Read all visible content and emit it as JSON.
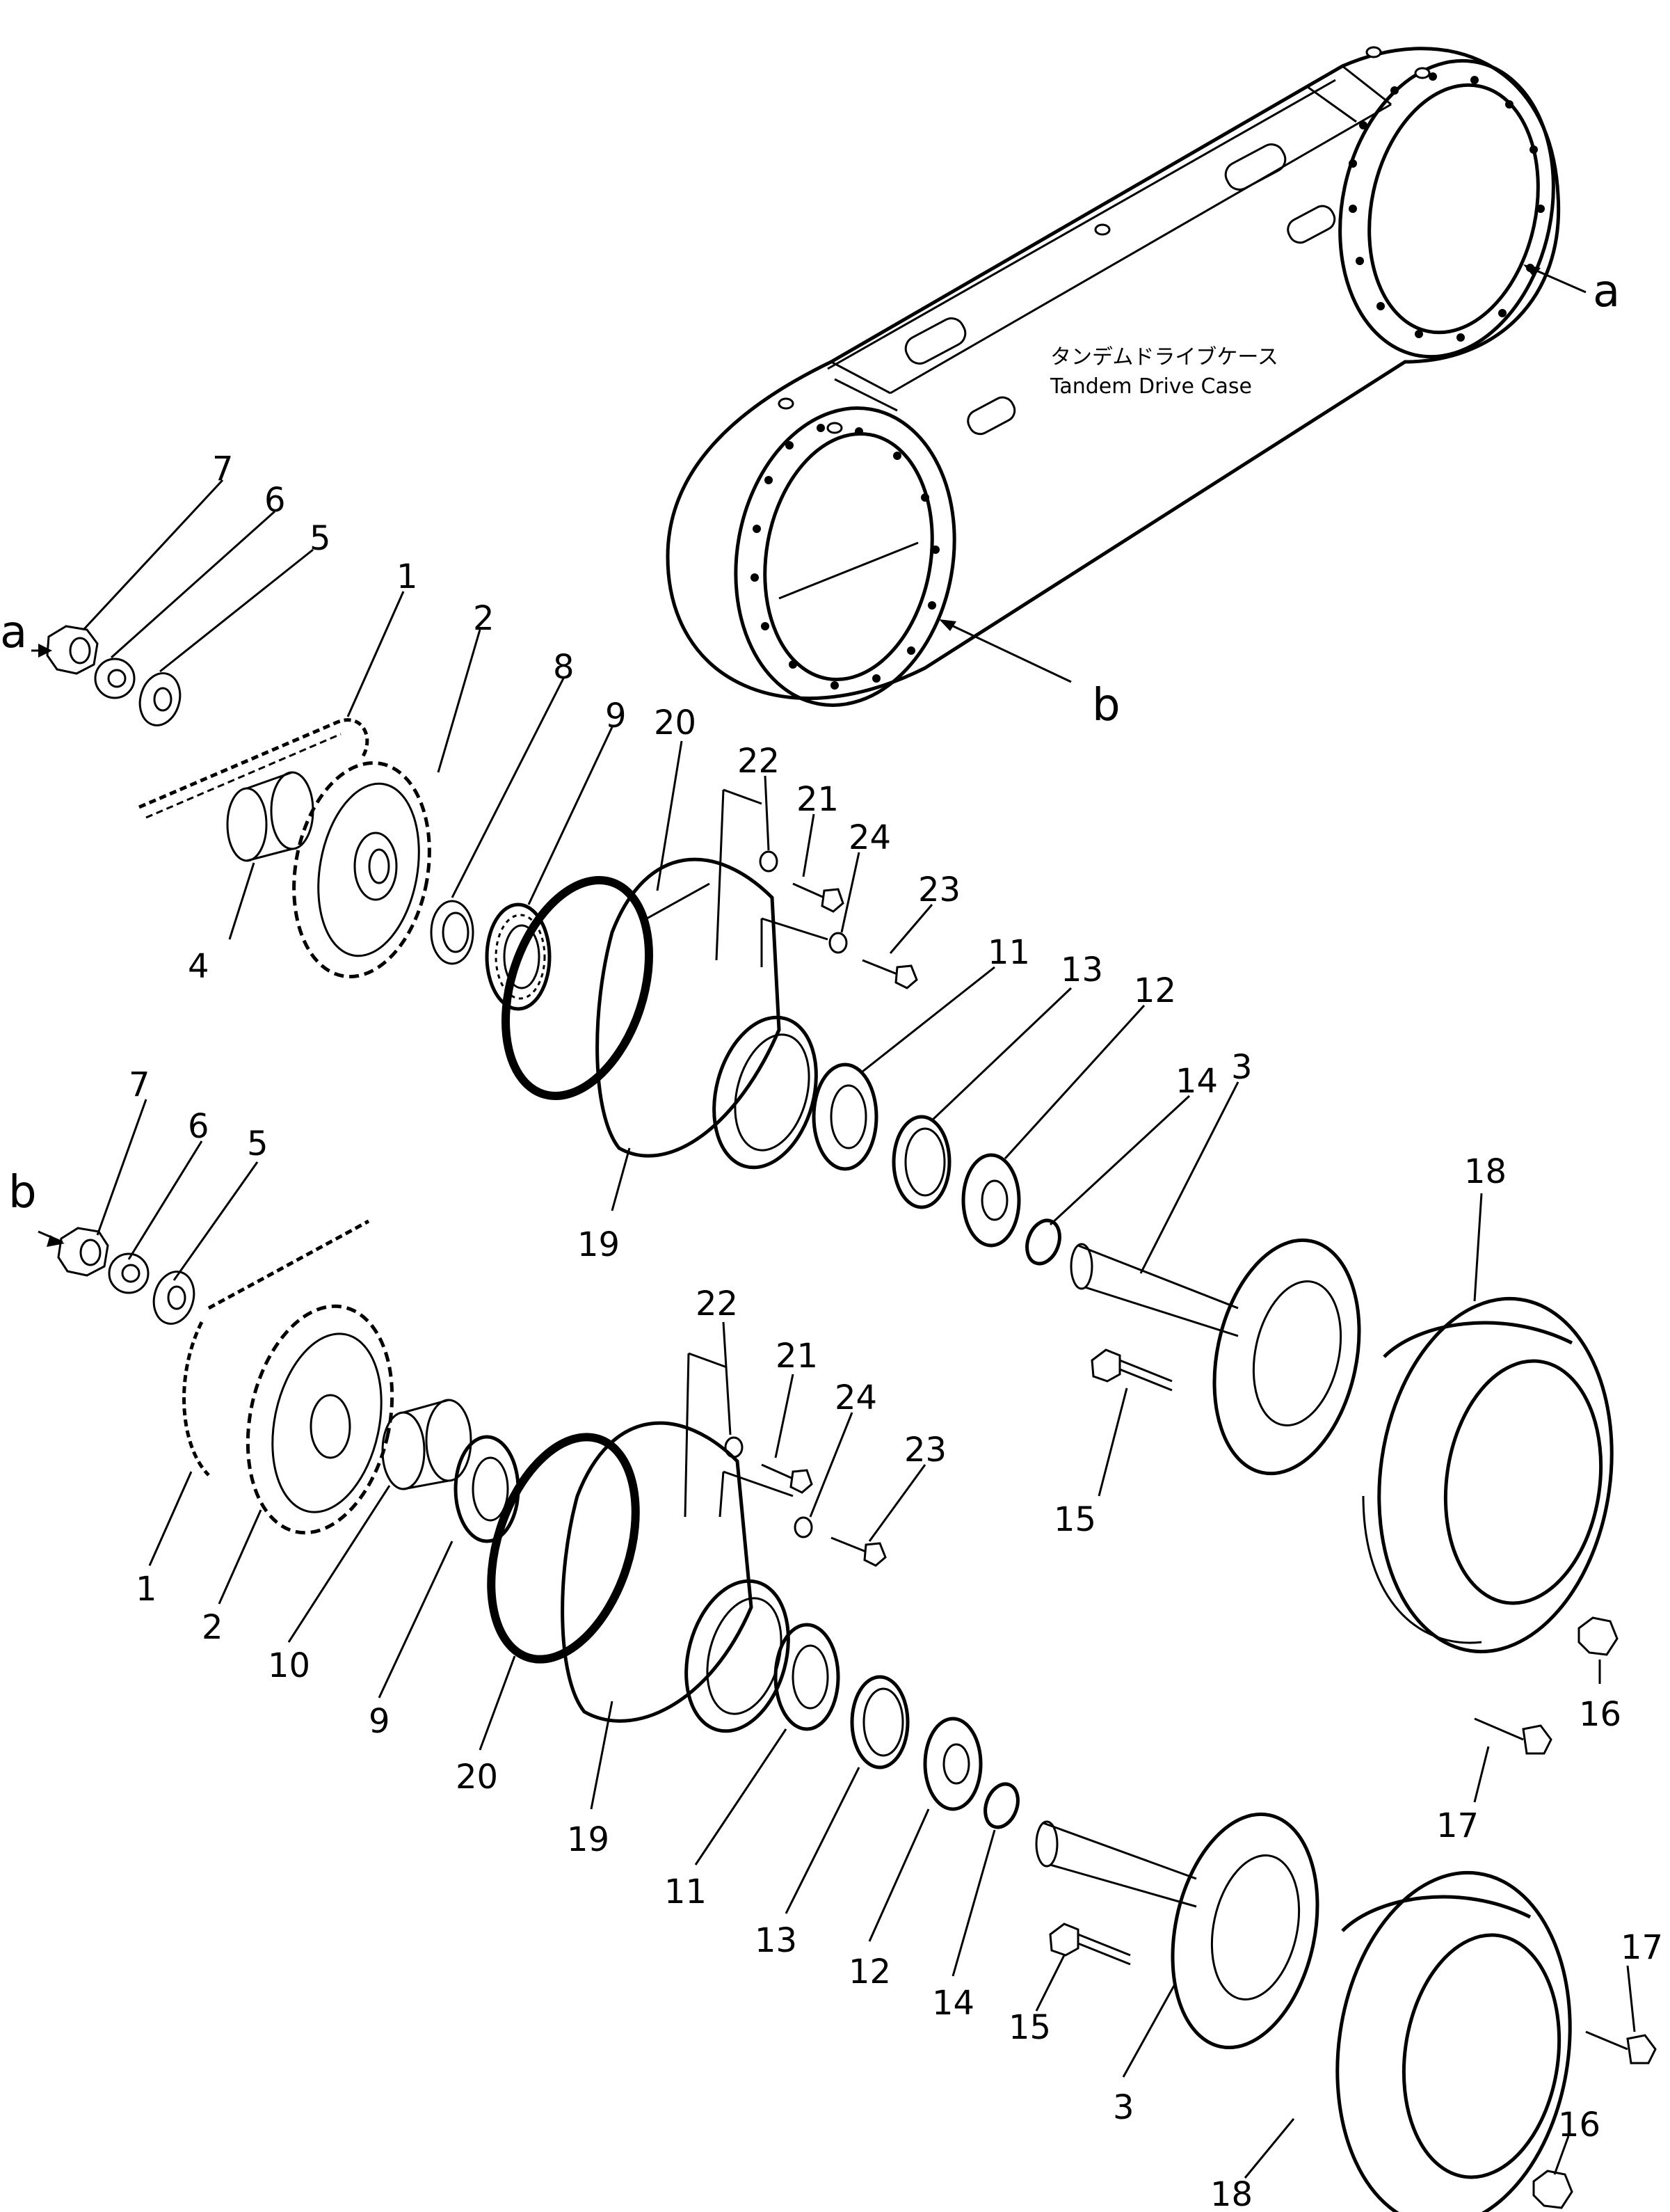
{
  "case_label": {
    "japanese": "タンデムドライブケース",
    "english": "Tandem Drive Case"
  },
  "refs": {
    "a": "a",
    "b": "b"
  },
  "upper_assembly": {
    "1": "1",
    "2": "2",
    "3": "3",
    "4": "4",
    "5": "5",
    "6": "6",
    "7": "7",
    "8": "8",
    "9": "9",
    "11": "11",
    "12": "12",
    "13": "13",
    "14": "14",
    "15": "15",
    "16": "16",
    "17": "17",
    "18": "18",
    "19": "19",
    "20": "20",
    "21": "21",
    "22": "22",
    "23": "23",
    "24": "24"
  },
  "lower_assembly": {
    "1": "1",
    "2": "2",
    "3": "3",
    "5": "5",
    "6": "6",
    "7": "7",
    "9": "9",
    "10": "10",
    "11": "11",
    "12": "12",
    "13": "13",
    "14": "14",
    "15": "15",
    "16": "16",
    "17": "17",
    "18": "18",
    "19": "19",
    "20": "20",
    "21": "21",
    "22": "22",
    "23": "23",
    "24": "24"
  }
}
